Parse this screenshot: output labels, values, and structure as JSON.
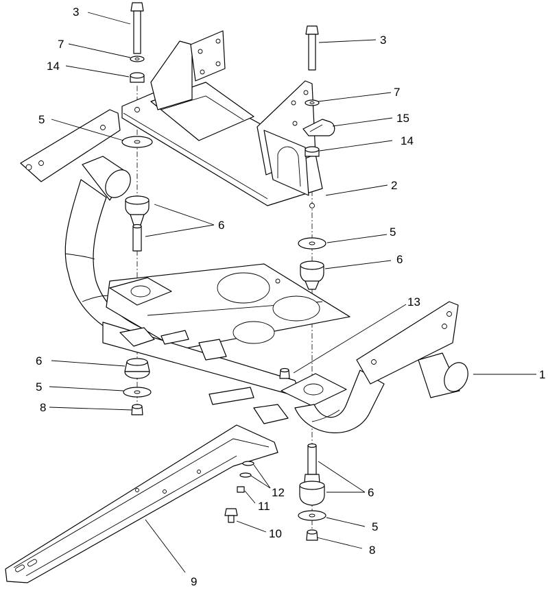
{
  "callouts": {
    "c1": "1",
    "c2": "2",
    "c3a": "3",
    "c3b": "3",
    "c5a": "5",
    "c5b": "5",
    "c5c": "5",
    "c5d": "5",
    "c6a": "6",
    "c6b": "6",
    "c6c": "6",
    "c6d": "6",
    "c7a": "7",
    "c7b": "7",
    "c8a": "8",
    "c8b": "8",
    "c9": "9",
    "c10": "10",
    "c11": "11",
    "c12": "12",
    "c13": "13",
    "c14a": "14",
    "c14b": "14",
    "c15": "15"
  }
}
